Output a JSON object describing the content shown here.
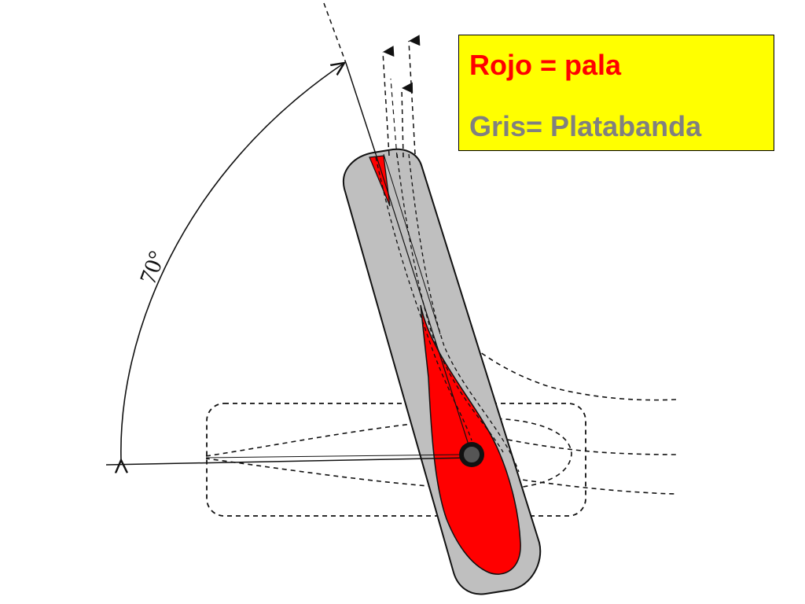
{
  "legend": {
    "red_text": "Rojo = pala",
    "gray_text": "Gris= Platabanda"
  },
  "angle_label": "70°",
  "colors": {
    "blade": "#ff0000",
    "plate": "#bfbfbf",
    "legend_bg": "#ffff00",
    "legend_red_text": "#ff0000",
    "legend_gray_text": "#808080",
    "ink": "#111111"
  }
}
